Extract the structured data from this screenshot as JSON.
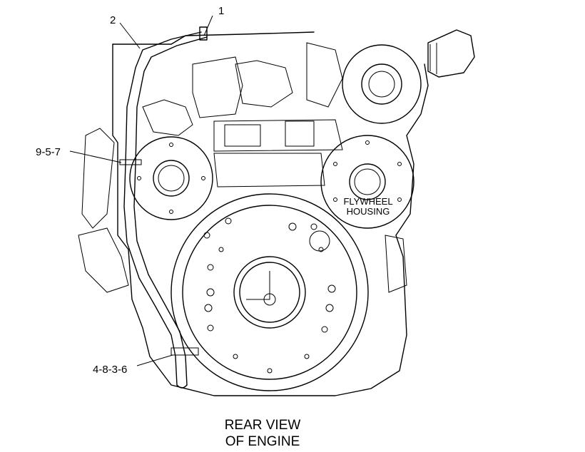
{
  "callouts": {
    "c1": "1",
    "c2": "2",
    "c957": "9-5-7",
    "c4836": "4-8-3-6"
  },
  "part_labels": {
    "flywheel_housing_line1": "FLYWHEEL",
    "flywheel_housing_line2": "HOUSING"
  },
  "caption": {
    "line1": "REAR VIEW",
    "line2": "OF ENGINE"
  }
}
